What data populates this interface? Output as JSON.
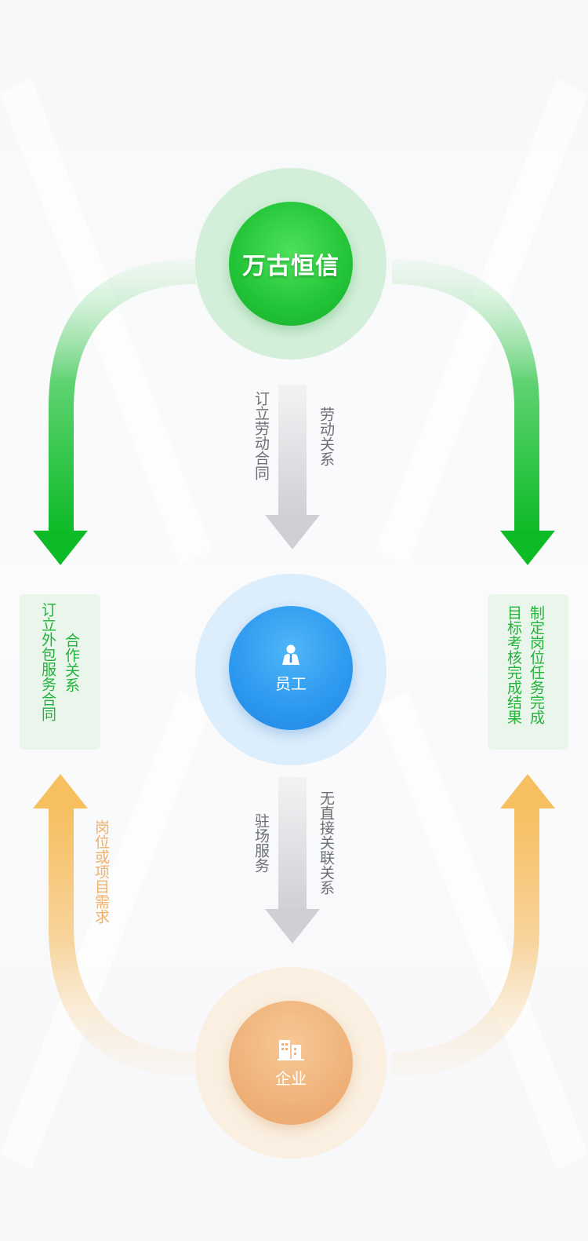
{
  "nodes": {
    "top": {
      "title": "万古恒信"
    },
    "middle": {
      "label": "员工"
    },
    "bottom": {
      "label": "企业"
    }
  },
  "relations": {
    "top_to_mid_left": "订立劳动合同",
    "top_to_mid_right": "劳动关系",
    "mid_to_bot_left": "驻场服务",
    "mid_to_bot_right": "无直接关联关系",
    "left_box_col1": "订立外包服务合同",
    "left_box_col2": "合作关系",
    "right_box_col1": "制定岗位任务完成",
    "right_box_col2": "目标考核完成结果",
    "left_lower_arrow": "岗位或项目需求"
  },
  "colors": {
    "green": "#22c437",
    "blue": "#2c98ef",
    "orange": "#efb27a",
    "gray_arrow": "#d0d1d5"
  },
  "icons": {
    "employee": "person-icon",
    "company": "building-icon"
  }
}
